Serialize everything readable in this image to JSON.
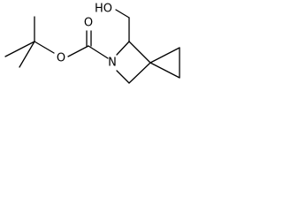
{
  "molecule": {
    "atoms": {
      "hydroxyl_o": "HO",
      "ester_o_single": "O",
      "carbonyl_o": "O",
      "ring_n": "N"
    }
  }
}
